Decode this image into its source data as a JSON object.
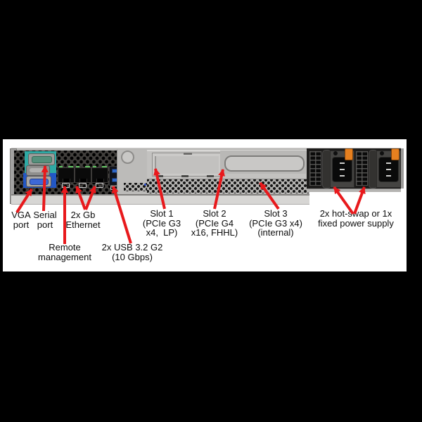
{
  "colors": {
    "arrow_red": "#e8191c",
    "serial_panel_teal": "#2ea9a4",
    "vga_panel_blue": "#2257c5",
    "vga_connector_blue": "#3d68d8",
    "usb_blue": "#2e66c8",
    "psu_clip_orange": "#e6801f",
    "ethernet_led_green": "#62c462",
    "background_black": "#000000",
    "canvas_white": "#ffffff"
  },
  "callouts": {
    "vga_port": {
      "line1": "VGA",
      "line2": "port"
    },
    "serial_port": {
      "line1": "Serial",
      "line2": "port"
    },
    "gb_ethernet": {
      "line1": "2x Gb",
      "line2": "Ethernet"
    },
    "remote_management": {
      "line1": "Remote",
      "line2": "management"
    },
    "usb_ports": {
      "line1": "2x USB 3.2 G2",
      "line2": "(10 Gbps)"
    },
    "slot1": {
      "line1": "Slot 1",
      "line2": "(PCIe G3",
      "line3": "x4,  LP)"
    },
    "slot2": {
      "line1": "Slot 2",
      "line2": "(PCIe G4",
      "line3": "x16, FHHL)"
    },
    "slot3": {
      "line1": "Slot 3",
      "line2": "(PCIe G3 x4)",
      "line3": "(internal)"
    },
    "power_supply": {
      "line1": "2x hot-swap or 1x",
      "line2": "fixed power supply"
    }
  }
}
